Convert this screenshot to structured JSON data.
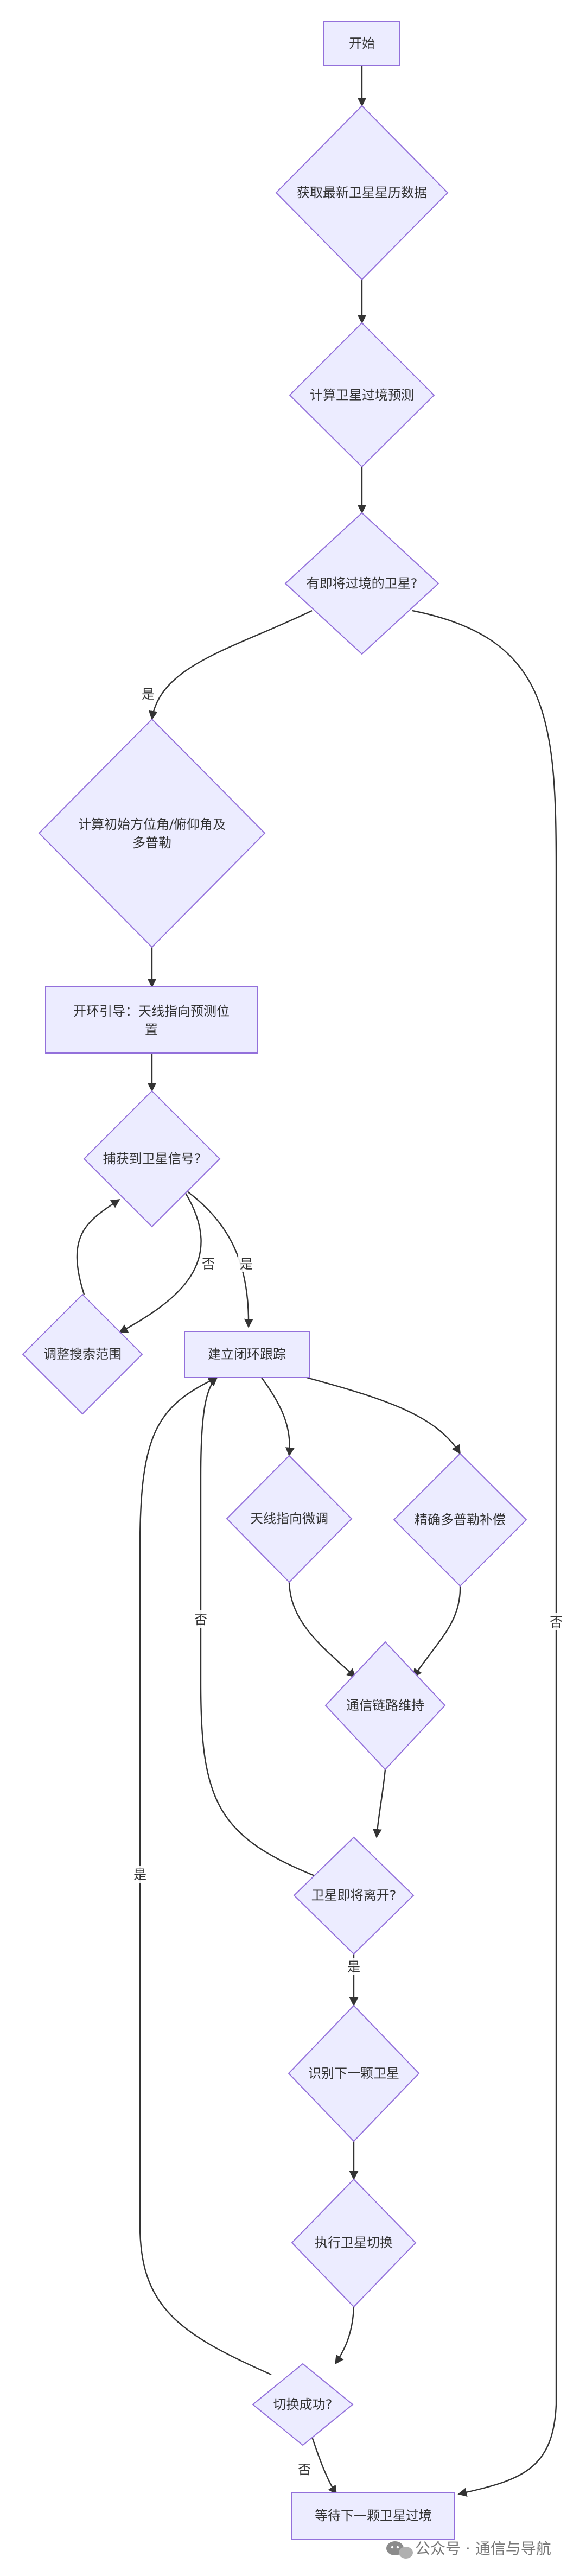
{
  "nodes": {
    "start": {
      "label": "开始"
    },
    "fetch_ephemeris": {
      "label": "获取最新卫星星历数据"
    },
    "calc_pass": {
      "label": "计算卫星过境预测"
    },
    "check_pass": {
      "label": "有即将过境的卫星?"
    },
    "calc_initial": {
      "label_line1": "计算初始方位角/俯仰角及",
      "label_line2": "多普勒"
    },
    "open_loop": {
      "label_line1": "开环引导：天线指向预测位",
      "label_line2": "置"
    },
    "capture_check": {
      "label": "捕获到卫星信号?"
    },
    "adjust_search": {
      "label": "调整搜索范围"
    },
    "closed_loop": {
      "label": "建立闭环跟踪"
    },
    "fine_tune": {
      "label": "天线指向微调"
    },
    "doppler": {
      "label": "精确多普勒补偿"
    },
    "link_maintain": {
      "label": "通信链路维持"
    },
    "leaving_check": {
      "label": "卫星即将离开?"
    },
    "identify_next": {
      "label": "识别下一颗卫星"
    },
    "handover": {
      "label": "执行卫星切换"
    },
    "switch_check": {
      "label": "切换成功?"
    },
    "wait_next": {
      "label": "等待下一颗卫星过境"
    }
  },
  "edge_labels": {
    "check_yes": "是",
    "check_no": "否",
    "capture_no": "否",
    "capture_yes": "是",
    "leaving_no": "否",
    "leaving_yes": "是",
    "switch_yes": "是",
    "switch_no": "否"
  },
  "watermark": {
    "text": "公众号 · 通信与导航",
    "icon": "wechat-icon"
  },
  "colors": {
    "node_fill": "#ececff",
    "node_stroke": "#9370db",
    "edge": "#333333"
  }
}
